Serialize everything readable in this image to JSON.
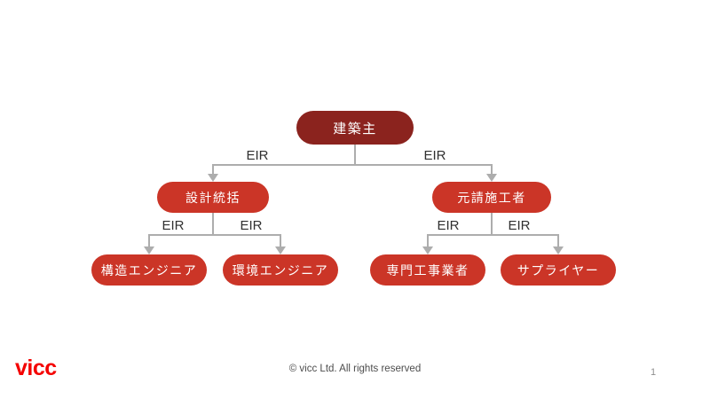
{
  "diagram": {
    "nodes": {
      "owner": {
        "label": "建築主"
      },
      "design_lead": {
        "label": "設計統括"
      },
      "main_contractor": {
        "label": "元請施工者"
      },
      "structural_engineer": {
        "label": "構造エンジニア"
      },
      "environmental_engineer": {
        "label": "環境エンジニア"
      },
      "specialist_contractor": {
        "label": "専門工事業者"
      },
      "supplier": {
        "label": "サプライヤー"
      }
    },
    "edge_labels": [
      "EIR",
      "EIR",
      "EIR",
      "EIR",
      "EIR",
      "EIR"
    ]
  },
  "footer": {
    "logo": "vicc",
    "copyright": "© vicc Ltd. All rights reserved",
    "page_number": "1"
  },
  "colors": {
    "node_dark_red": "#8B231E",
    "node_red": "#CB3527",
    "logo_red": "#F40100",
    "connector_gray": "#ADADAD",
    "edge_label_text": "#303030",
    "footer_text": "#4D4D4D"
  }
}
